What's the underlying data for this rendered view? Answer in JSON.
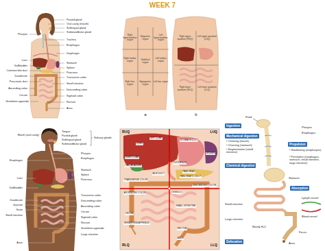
{
  "diagram": {
    "title": "WEEK 7",
    "nodes": [
      {
        "text": [
          "Ingestion"
        ]
      },
      {
        "text": [
          "Mechanical digestion"
        ]
      },
      {
        "text": [
          "Chemical digestion"
        ]
      },
      {
        "text": [
          "Propulsion"
        ]
      },
      {
        "text": [
          "Absorption"
        ]
      },
      {
        "text": [
          "Defecation"
        ]
      }
    ],
    "labels": [
      "Parotid gland",
      "Oral cavity (mouth)",
      "Sublingual gland",
      "Submandibular gland",
      "Pharynx",
      "Trachea",
      "Esophagus",
      "Diaphragm",
      "Liver",
      "Gallbladder",
      "Common bile duct",
      "Stomach",
      "Spleen",
      "Pancreas",
      "Transverse colon",
      "Duodenum",
      "Pancreatic duct",
      "Small intestine",
      "Descending colon",
      "Ascending colon",
      "Cecum",
      "Sigmoid colon",
      "Vermiform appendix",
      "Rectum",
      "Anus",
      "Right hypochondriac region",
      "Epigastric region",
      "Left hypochondriac region",
      "Right lumbar region",
      "Umbilical region",
      "Left lumbar region",
      "Right iliac region",
      "Hypogastric region",
      "Left iliac region",
      "a",
      "Right upper quadrant (RUQ)",
      "Left upper quadrant (LUQ)",
      "Right lower quadrant (RLQ)",
      "Left lower quadrant (LLQ)",
      "b",
      "Mouth (oral cavity)",
      "Tongue",
      "Parotid gland",
      "Sublingual gland",
      "Submandibular gland",
      "Salivary glands",
      "Pharynx",
      "Esophagus",
      "Esophagus",
      "Stomach",
      "Spleen",
      "Pancreas",
      "Liver",
      "Gallbladder",
      "Transverse colon",
      "Duodenum",
      "Jejunum",
      "Ileum",
      "Small intestine",
      "Descending colon",
      "Ascending colon",
      "Cecum",
      "Sigmoid colon",
      "Rectum",
      "Vermiform appendix",
      "Large intestine",
      "Anus",
      "RUQ",
      "LUQ",
      "LIVER",
      "LEFT LOBE",
      "STOMACH (CUT)",
      "SPLEEN",
      "RIGHT LOBE",
      "GALLBLADDER",
      "DUODENUM",
      "BILE DUCT",
      "PANCREAS",
      "PANCREATIC DUCT",
      "TRANSVERSE COLON",
      "DESCENDING COLON",
      "ASCENDING COLON",
      "CECUM",
      "SMALL INTESTINE",
      "VERMIFORM APPENDIX",
      "Umbilicus",
      "RECTUM",
      "ANUS",
      "RLQ",
      "LLQ",
      "Food",
      "• Chewing (mouth)",
      "• Churning (stomach)",
      "• Segmentation (small intestine)",
      "• Swallowing (oropharynx)",
      "• Peristalsis (esophagus, stomach, small intestine, large intestine)",
      "Pharynx",
      "Esophagus",
      "Stomach",
      "Lymph vessel",
      "Blood vessel",
      "Small intestine",
      "Large intestine",
      "Mainly H₂O",
      "Feces",
      "Anus"
    ]
  }
}
